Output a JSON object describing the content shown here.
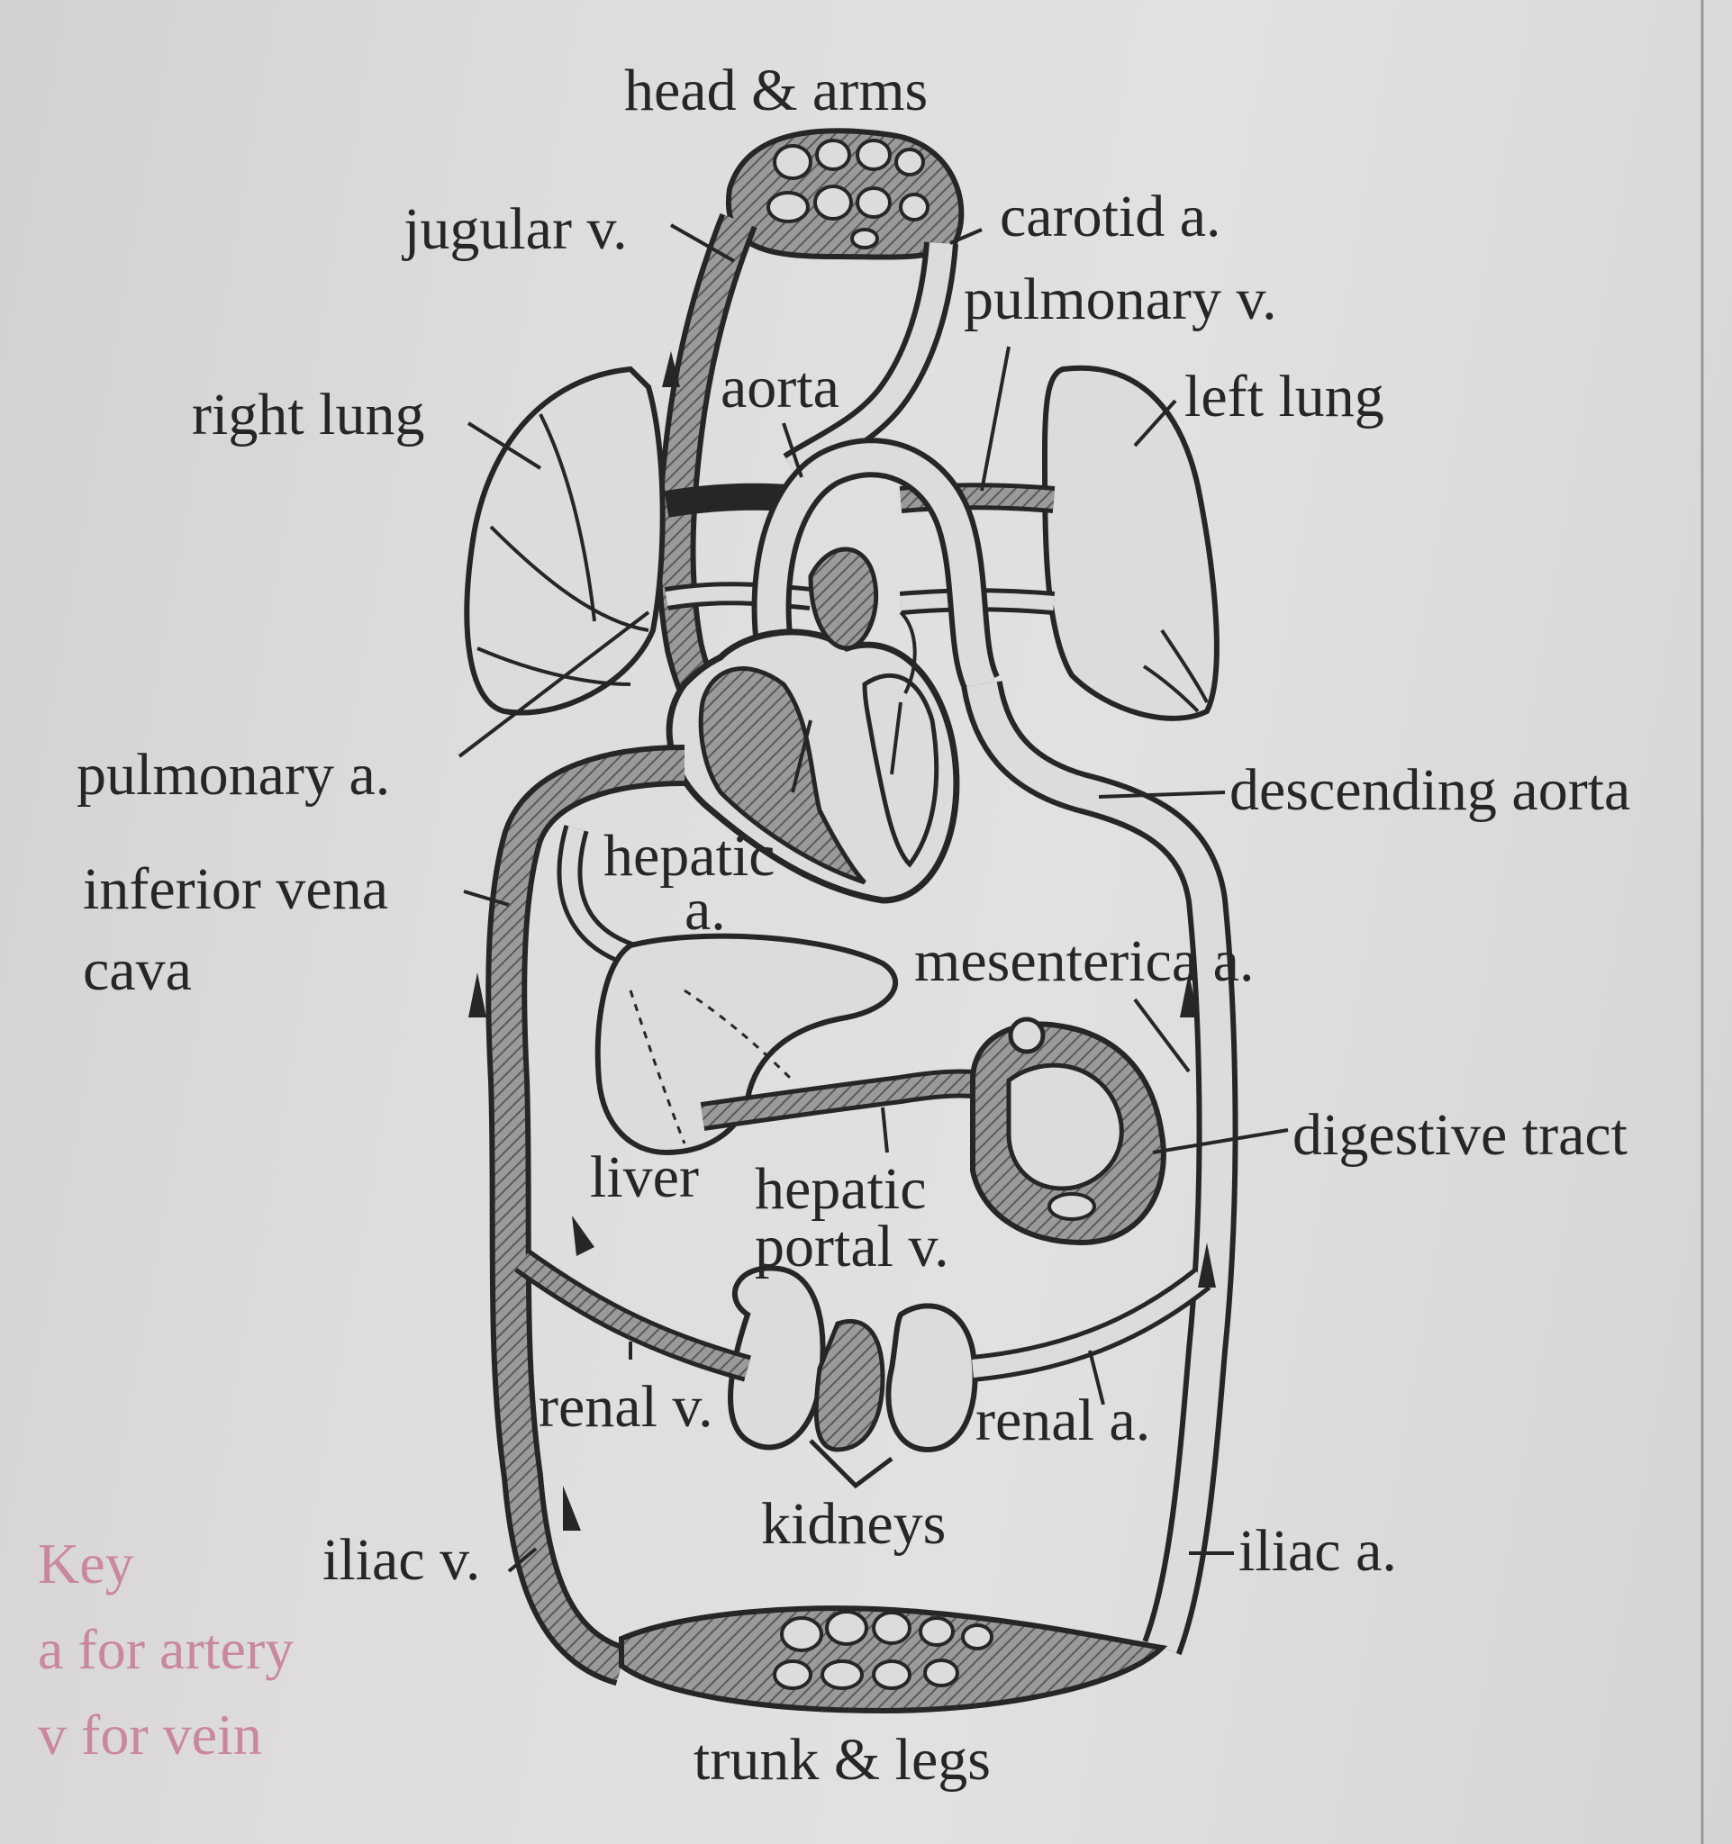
{
  "labels": {
    "head_arms": "head & arms",
    "jugular_v": "jugular v.",
    "carotid_a": "carotid a.",
    "pulmonary_v": "pulmonary v.",
    "aorta": "aorta",
    "right_lung": "right lung",
    "left_lung": "left lung",
    "pulmonary_a": "pulmonary a.",
    "descending_aorta": "descending aorta",
    "hepatic_a_1": "hepatic",
    "hepatic_a_2": "a.",
    "inferior_vena_1": "inferior vena",
    "inferior_vena_2": "cava",
    "mesenterica_a": "mesenterica a.",
    "digestive_tract": "digestive tract",
    "liver": "liver",
    "hepatic_portal_1": "hepatic",
    "hepatic_portal_2": "portal v.",
    "renal_v": "renal v.",
    "renal_a": "renal a.",
    "kidneys": "kidneys",
    "iliac_v": "iliac v.",
    "iliac_a": "iliac a.",
    "trunk_legs": "trunk & legs"
  },
  "key": {
    "title": "Key",
    "artery": "a for artery",
    "vein": "v for vein",
    "color": "#c9889c"
  },
  "colors": {
    "ink": "#262626",
    "vessel_fill": "#8a8a8a",
    "paper": "#dedcdb"
  }
}
